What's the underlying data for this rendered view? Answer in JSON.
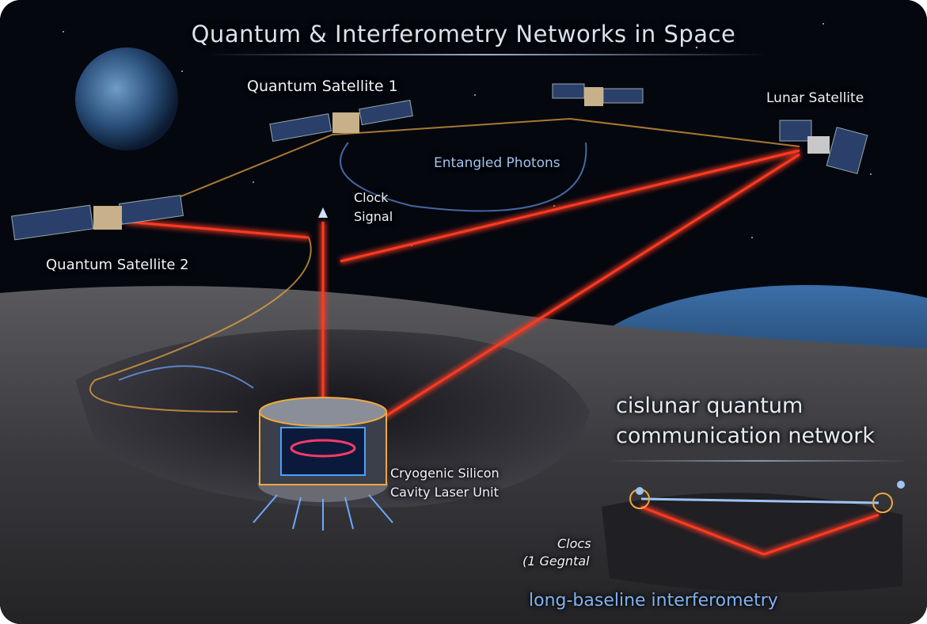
{
  "title": "Quantum & Interferometry Networks in Space",
  "labels": {
    "quantum_satellite_1": "Quantum Satellite 1",
    "quantum_satellite_2": "Quantum Satellite 2",
    "lunar_satellite": "Lunar Satellite",
    "entangled_photons": "Entangled Photons",
    "clock_signal_line1": "Clock",
    "clock_signal_line2": "Signal",
    "cryo_line1": "Cryogenic Silicon",
    "cryo_line2": "Cavity Laser Unit",
    "cislunar_line1": "cislunar quantum",
    "cislunar_line2": "communication network",
    "clocs_line1": "Clocs",
    "clocs_line2": "(1 Gegntal",
    "long_baseline": "long-baseline interferometry"
  },
  "colors": {
    "laser": "#ff3a22",
    "photon": "#6fa8ff",
    "orbit": "#f0a840",
    "space": "#05070f"
  }
}
